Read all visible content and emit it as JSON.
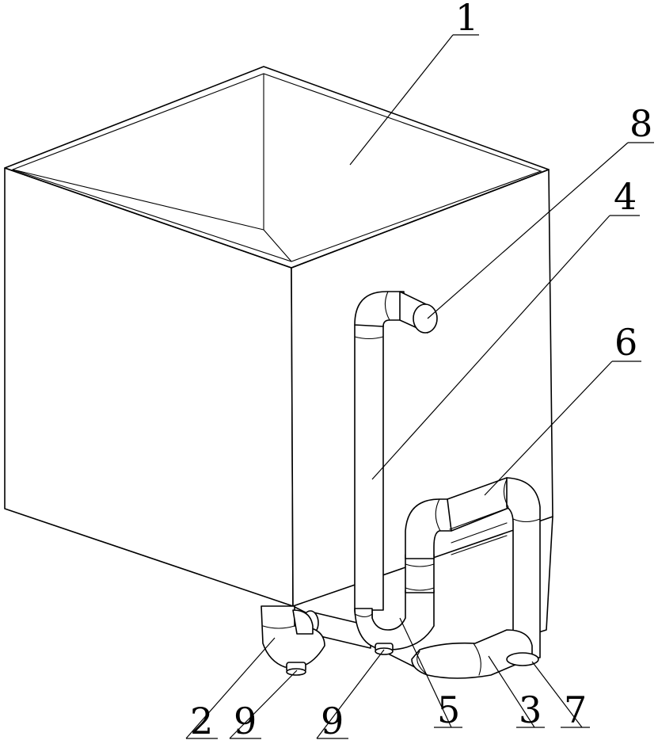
{
  "callouts": [
    {
      "id": "tank",
      "label": "1"
    },
    {
      "id": "left-elbow",
      "label": "2"
    },
    {
      "id": "bottom-bend",
      "label": "3"
    },
    {
      "id": "riser-pipe",
      "label": "4"
    },
    {
      "id": "u-bend",
      "label": "5"
    },
    {
      "id": "upper-loop",
      "label": "6"
    },
    {
      "id": "corner-pipe",
      "label": "7"
    },
    {
      "id": "outlet-cap",
      "label": "8"
    },
    {
      "id": "drain-cap-left",
      "label": "9"
    },
    {
      "id": "drain-cap-right",
      "label": "9"
    }
  ]
}
